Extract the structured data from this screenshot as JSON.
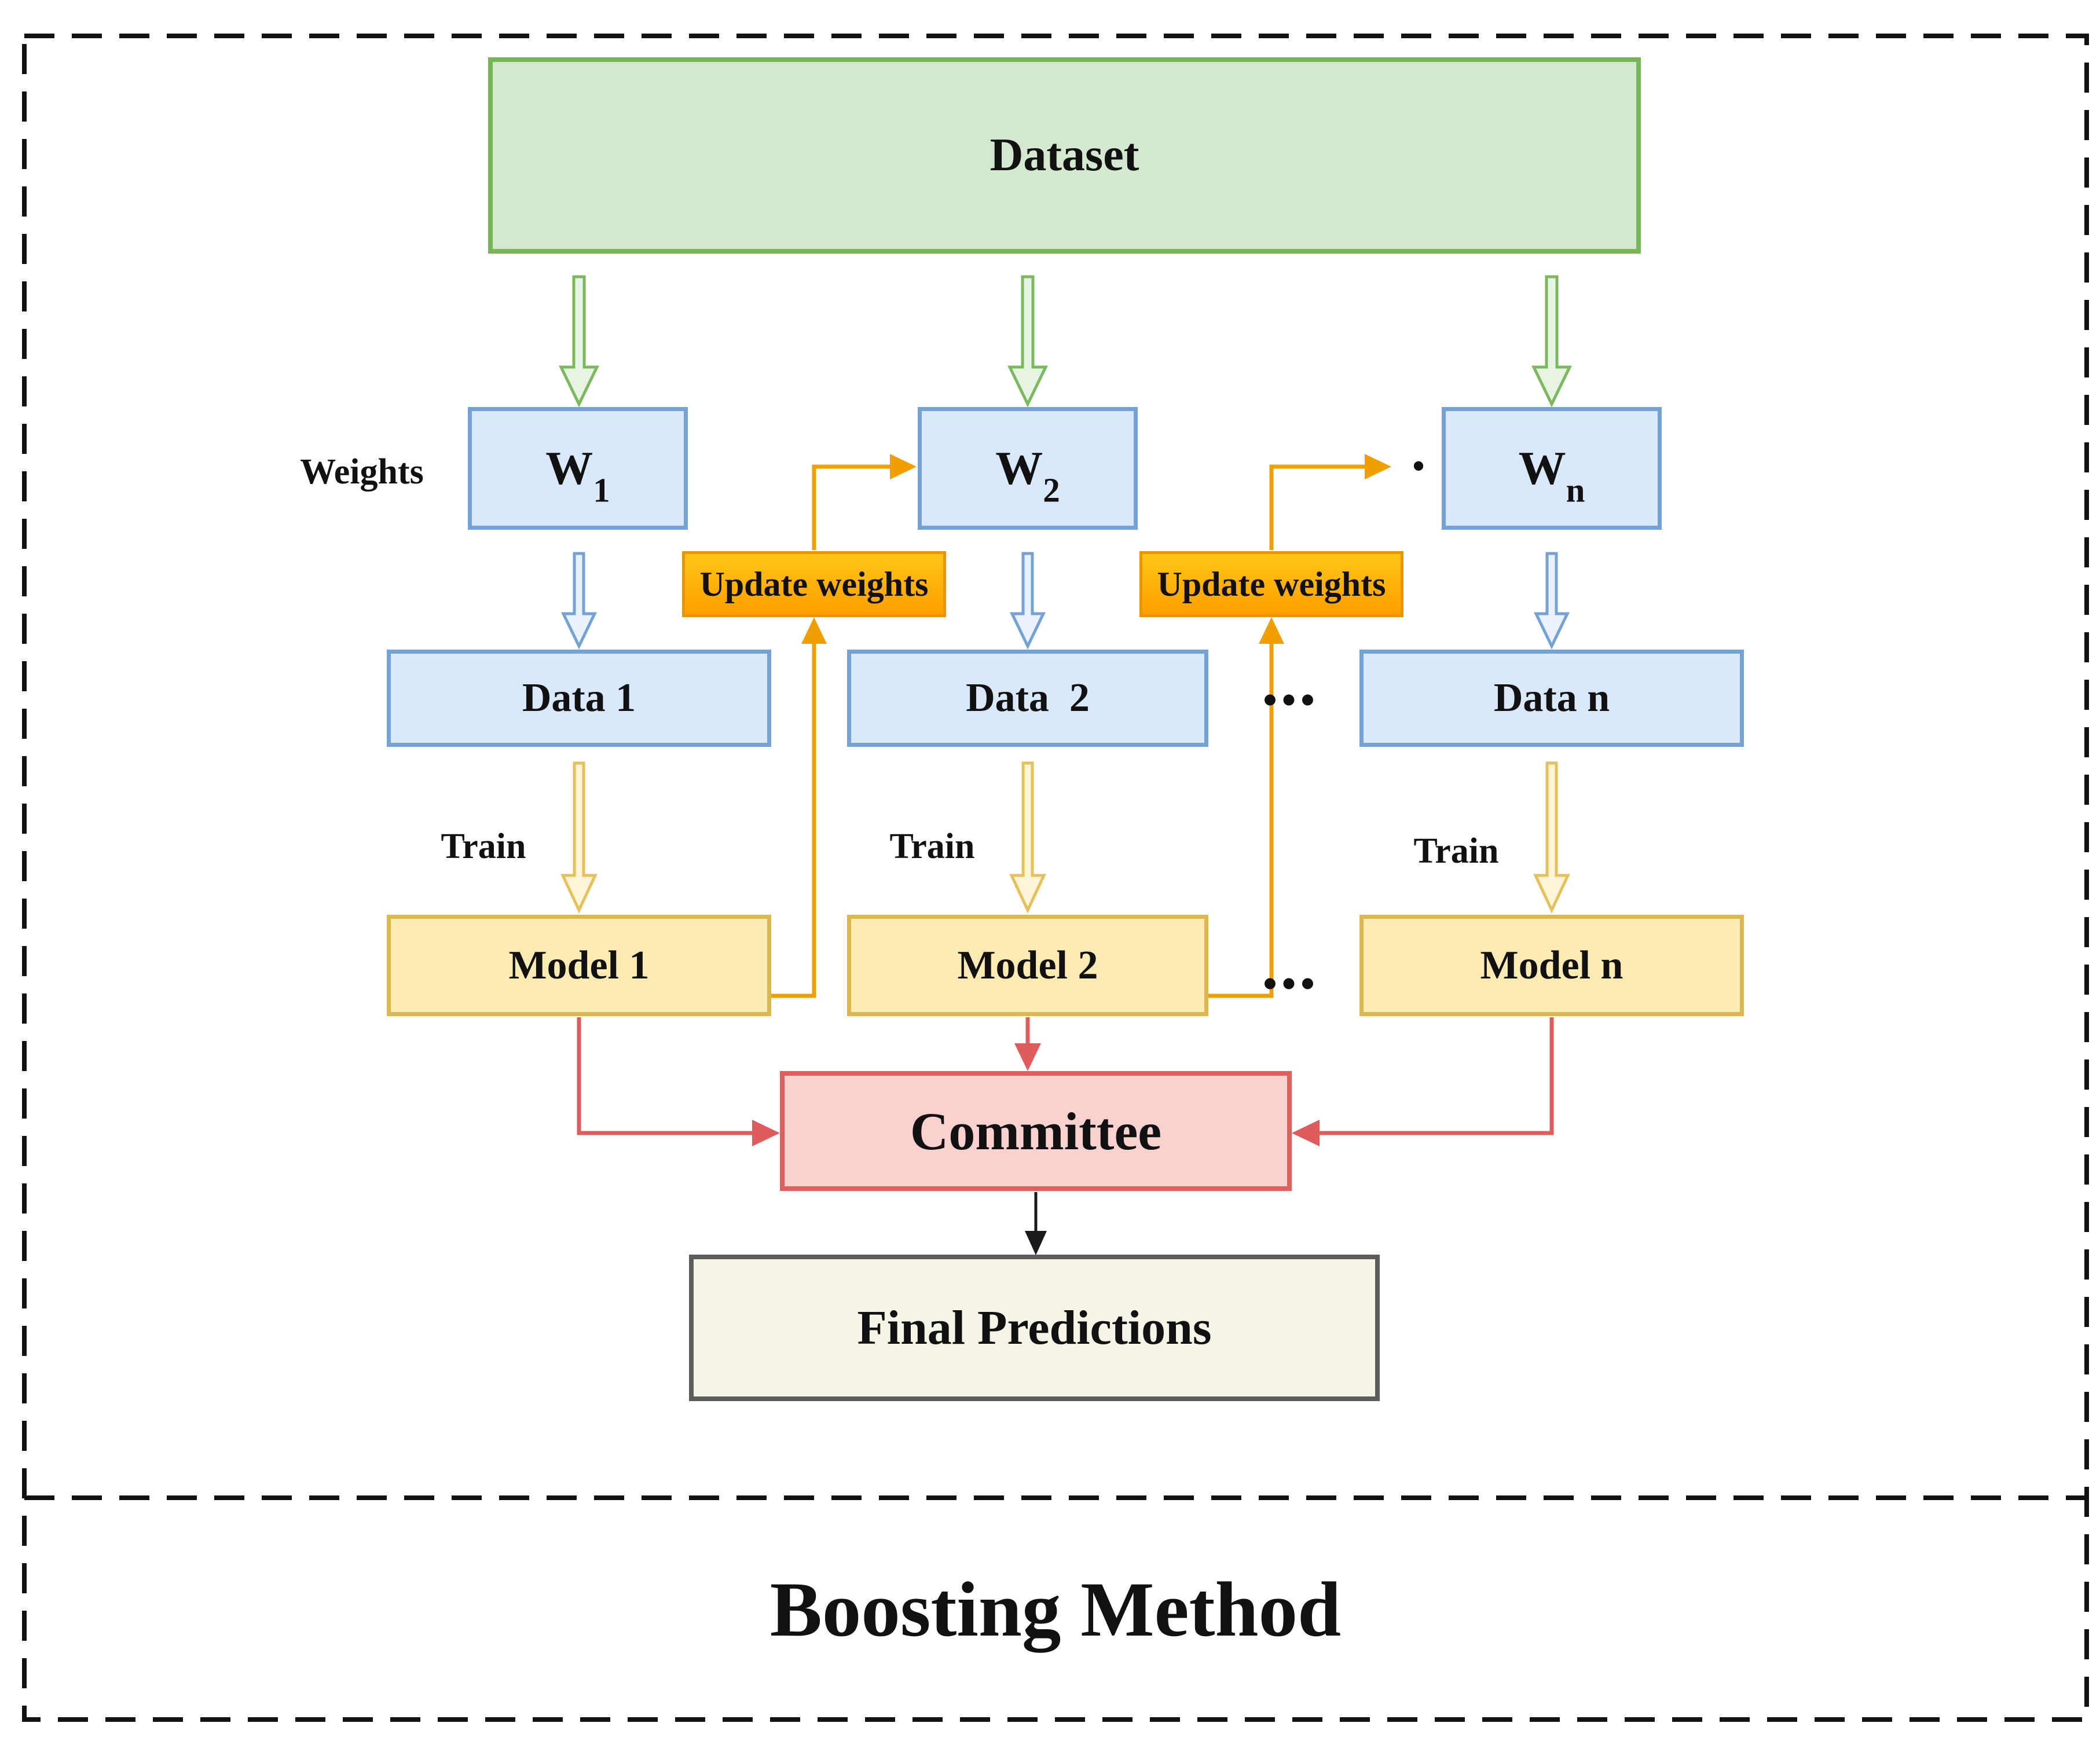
{
  "figure": {
    "dataset": {
      "label": "Dataset"
    },
    "weights_label": "Weights",
    "weight_boxes": [
      {
        "base": "W",
        "sub": "1"
      },
      {
        "base": "W",
        "sub": "2"
      },
      {
        "base": "W",
        "sub": "n"
      }
    ],
    "update_weights": [
      {
        "label": "Update weights"
      },
      {
        "label": "Update weights"
      }
    ],
    "data_boxes": [
      {
        "label": "Data 1"
      },
      {
        "label": "Data  2"
      },
      {
        "label": "Data n"
      }
    ],
    "train_labels": [
      "Train",
      "Train",
      "Train"
    ],
    "model_boxes": [
      {
        "label": "Model 1"
      },
      {
        "label": "Model 2"
      },
      {
        "label": "Model n"
      }
    ],
    "ellipsis_data_row": "•••",
    "ellipsis_model_row": "•••",
    "pre_wn_dot": "•",
    "committee": {
      "label": "Committee"
    },
    "final_predictions": {
      "label": "Final Predictions"
    },
    "caption": "Boosting Method"
  },
  "colors": {
    "text_color": "#111111",
    "frame_color": "#111111",
    "dataset_fill": "#d3e8ce",
    "dataset_stroke": "#77b55a",
    "blue_fill": "#d9e8fa",
    "blue_stroke": "#74a2d4",
    "model_fill": "#fcecb3",
    "model_stroke": "#ddb74e",
    "update_fill_top": "#ffc516",
    "update_fill_bottom": "#ff9f00",
    "update_stroke": "#e79600",
    "committee_fill": "#f9d1cf",
    "committee_stroke": "#df5f5f",
    "final_fill": "#f6f4e7",
    "final_stroke": "#5c5c5c",
    "green_arrow_stroke": "#7cb85f",
    "green_arrow_fill": "#e8f4e3",
    "blue_arrow_stroke": "#74a2d4",
    "blue_arrow_fill": "#eaf3fc",
    "train_arrow_stroke": "#e6c05a",
    "train_arrow_fill": "#fdf5d8",
    "orange_line": "#ef9f00",
    "red_line": "#e05c5c",
    "black_line": "#1a1a1a"
  }
}
